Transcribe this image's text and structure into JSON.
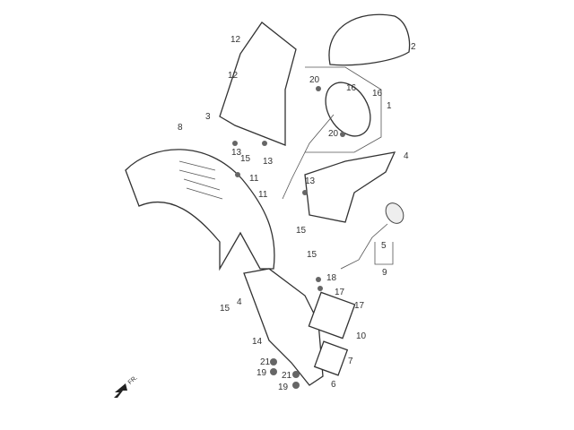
{
  "diagram": {
    "callouts": [
      "12",
      "12",
      "3",
      "13",
      "15",
      "13",
      "20",
      "16",
      "16",
      "1",
      "20",
      "2",
      "4",
      "8",
      "11",
      "11",
      "13",
      "15",
      "15",
      "18",
      "17",
      "17",
      "5",
      "9",
      "10",
      "7",
      "6",
      "14",
      "21",
      "19",
      "21",
      "19",
      "15",
      "4"
    ],
    "direction_label": "FR."
  }
}
